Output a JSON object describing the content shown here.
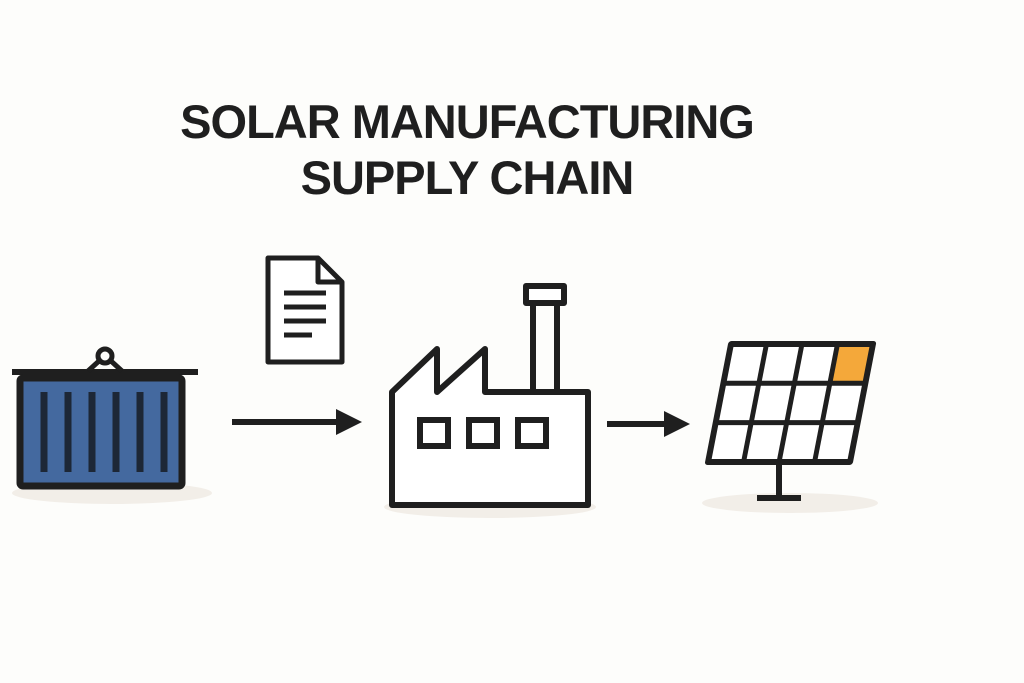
{
  "title": {
    "line1": "SOLAR MANUFACTURING",
    "line2": "SUPPLY CHAIN"
  },
  "colors": {
    "background": "#fdfdfb",
    "ink": "#1f1f1f",
    "icon_fill": "#ffffff",
    "container_fill": "#44699f",
    "container_stripe": "#1d2736",
    "panel_highlight": "#f4a83a",
    "shadow": "#f2eee8"
  },
  "icons": [
    {
      "name": "shipping-container-icon"
    },
    {
      "name": "document-icon"
    },
    {
      "name": "factory-icon"
    },
    {
      "name": "solar-panel-icon"
    }
  ],
  "connectors": [
    {
      "name": "arrow-container-to-factory"
    },
    {
      "name": "arrow-factory-to-solar-panel"
    }
  ]
}
